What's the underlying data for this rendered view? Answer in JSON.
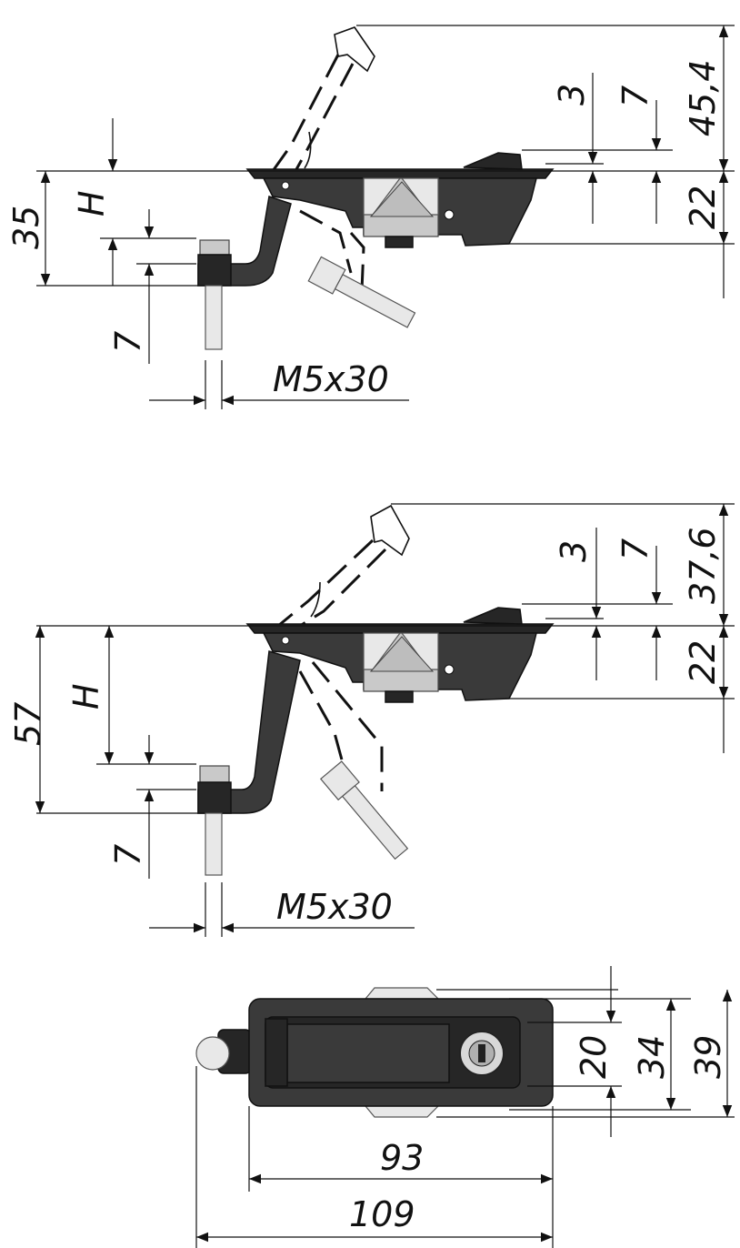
{
  "view1": {
    "dims": {
      "h_top": "45,4",
      "h_seven": "7",
      "h_three": "3",
      "h_bottom": "22",
      "total": "35",
      "h_var": "H",
      "stud_gap": "7",
      "thread": "M5x30"
    }
  },
  "view2": {
    "dims": {
      "h_top": "37,6",
      "h_seven": "7",
      "h_three": "3",
      "h_bottom": "22",
      "total": "57",
      "h_var": "H",
      "stud_gap": "7",
      "thread": "M5x30"
    }
  },
  "view3": {
    "dims": {
      "w_inner": "20",
      "w_mid": "34",
      "w_outer": "39",
      "len_body": "93",
      "len_total": "109"
    }
  },
  "colors": {
    "ink": "#111111",
    "body": "#3a3a3a",
    "metal": "#c9c9c9"
  },
  "icons": {
    "lock": "key-cylinder-icon"
  }
}
